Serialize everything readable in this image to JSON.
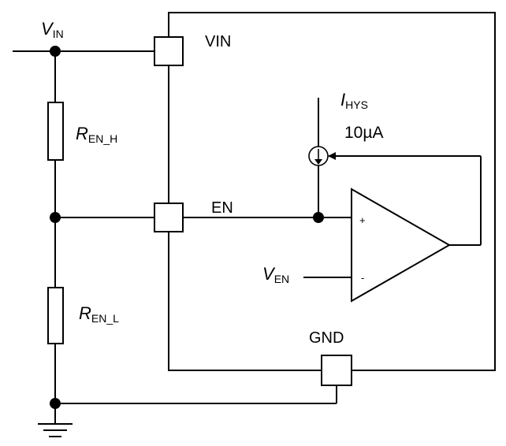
{
  "labels": {
    "vin_node": {
      "main": "V",
      "sub": "IN"
    },
    "vin_pin": "VIN",
    "ihys": {
      "main": "I",
      "sub": "HYS"
    },
    "ihys_value": "10µA",
    "r_en_h": {
      "main": "R",
      "sub": "EN_H"
    },
    "en_pin": "EN",
    "plus_sign": "+",
    "minus_sign": "-",
    "v_en": {
      "main": "V",
      "sub": "EN"
    },
    "r_en_l": {
      "main": "R",
      "sub": "EN_L"
    },
    "gnd_pin": "GND"
  }
}
